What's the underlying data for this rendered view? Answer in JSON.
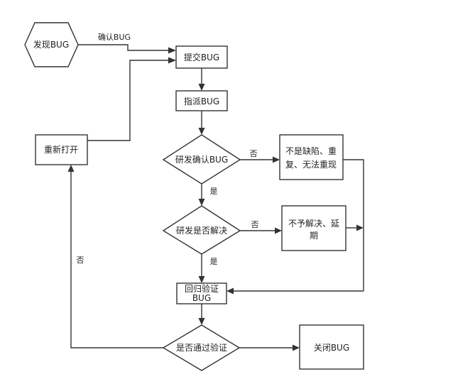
{
  "nodes": {
    "find": "发现BUG",
    "submit": "提交BUG",
    "assign": "指派BUG",
    "dev_confirm": "研发确认BUG",
    "not_defect_line1": "不是缺陷、重",
    "not_defect_line2": "复、无法重现",
    "resolve_q": "研发是否解决",
    "no_resolve_line1": "不予解决、延",
    "no_resolve_line2": "期",
    "regress_line1": "回归验证",
    "regress_line2": "BUG",
    "verify_q": "是否通过验证",
    "close": "关闭BUG",
    "reopen": "重新打开"
  },
  "edges": {
    "confirm_bug": "确认BUG",
    "dev_no": "否",
    "dev_yes": "是",
    "resolve_no": "否",
    "resolve_yes": "是",
    "verify_no": "否"
  },
  "colors": {
    "stroke": "#333333",
    "background": "#ffffff"
  }
}
